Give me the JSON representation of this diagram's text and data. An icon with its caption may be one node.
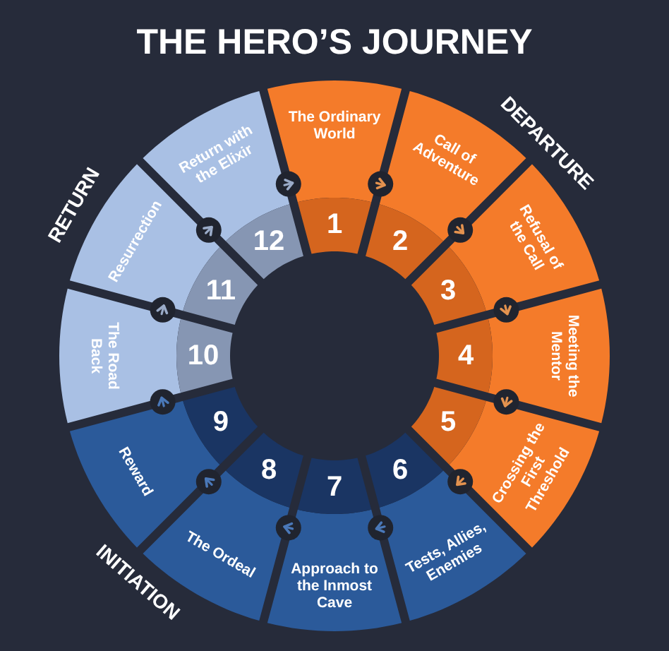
{
  "diagram": {
    "title": "THE HERO’S JOURNEY",
    "nodes": [
      {
        "text": [
          "The Ordinary World",
          "1"
        ]
      },
      {
        "text": [
          "2",
          "Call of Adventure"
        ]
      },
      {
        "text": [
          "3",
          "Refusal of the Call"
        ]
      },
      {
        "text": [
          "4",
          "Meeting the Mentor"
        ]
      },
      {
        "text": [
          "5",
          "Crossing the First Threshold"
        ]
      },
      {
        "text": [
          "6",
          "Tests, Allies, Enemies"
        ]
      },
      {
        "text": [
          "7",
          "Approach to the Inmost Cave"
        ]
      },
      {
        "text": [
          "8",
          "The Ordeal"
        ]
      },
      {
        "text": [
          "9",
          "Reward"
        ]
      },
      {
        "text": [
          "10",
          "The Road Back"
        ]
      },
      {
        "text": [
          "11",
          "Resurrection"
        ]
      },
      {
        "text": [
          "12",
          "Return with the Elixir"
        ]
      }
    ],
    "edges": [
      {
        "from": 0,
        "to": 1,
        "arrow": "to"
      },
      {
        "from": 1,
        "to": 2,
        "arrow": "to"
      },
      {
        "from": 2,
        "to": 3,
        "arrow": "to"
      },
      {
        "from": 3,
        "to": 4,
        "arrow": "to"
      },
      {
        "from": 4,
        "to": 5,
        "arrow": "to"
      },
      {
        "from": 5,
        "to": 6,
        "arrow": "to",
        "color": "#4a78b8"
      },
      {
        "from": 6,
        "to": 7,
        "arrow": "to",
        "color": "#4a78b8"
      },
      {
        "from": 7,
        "to": 8,
        "arrow": "to",
        "color": "#4a78b8"
      },
      {
        "from": 8,
        "to": 9,
        "arrow": "to",
        "color": "#4a78b8"
      },
      {
        "from": 9,
        "to": 10,
        "arrow": "to",
        "color": "#9aabc8"
      },
      {
        "from": 10,
        "to": 11,
        "arrow": "to",
        "color": "#9aabc8"
      },
      {
        "from": 11,
        "to": 0,
        "arrow": "to",
        "color": "#9aabc8"
      }
    ],
    "labels": [
      "DEPARTURE",
      "RETURN",
      "INITIATION"
    ]
  }
}
